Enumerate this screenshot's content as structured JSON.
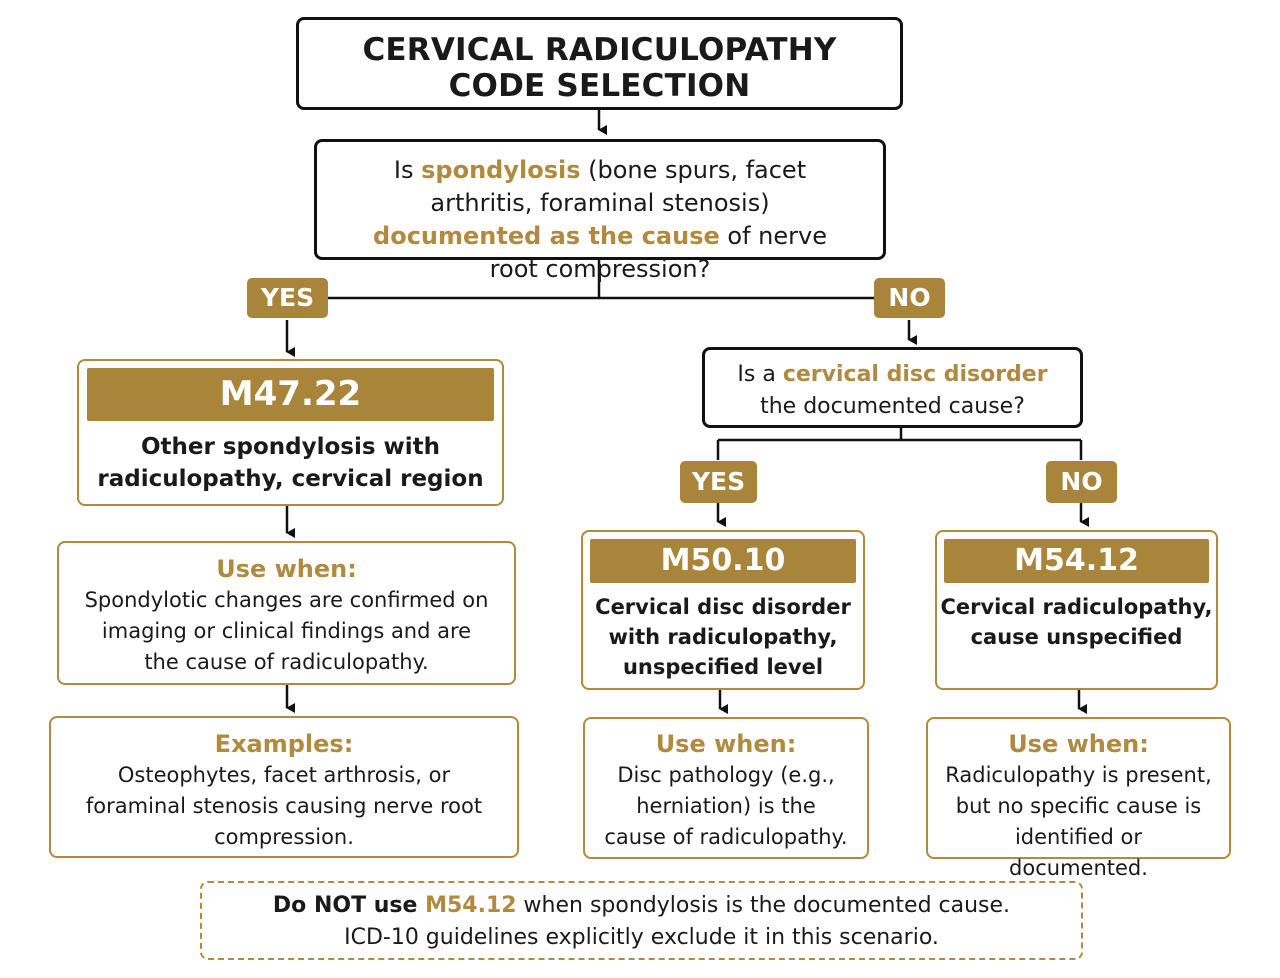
{
  "title": {
    "line1": "CERVICAL RADICULOPATHY",
    "line2": "CODE SELECTION"
  },
  "q1": {
    "p1": "Is ",
    "h1": "spondylosis",
    "p2": " (bone spurs, facet arthritis, foraminal stenosis) ",
    "h2": "documented as the cause",
    "p3": " of nerve root compression?"
  },
  "q1_yes": "YES",
  "q1_no": "NO",
  "m4722": {
    "code": "M47.22",
    "desc_line1": "Other spondylosis with",
    "desc_line2": "radiculopathy, cervical region"
  },
  "m4722_use": {
    "head": "Use when:",
    "body": "Spondylotic changes are confirmed on imaging or clinical findings and are the cause of radiculopathy."
  },
  "m4722_examples": {
    "head": "Examples:",
    "body": "Osteophytes, facet arthrosis, or foraminal stenosis causing nerve root compression."
  },
  "q2": {
    "p1": "Is a ",
    "h1": "cervical disc disorder",
    "p2": "the documented cause?"
  },
  "q2_yes": "YES",
  "q2_no": "NO",
  "m5010": {
    "code": "M50.10",
    "desc_line1": "Cervical disc disorder",
    "desc_line2": "with radiculopathy,",
    "desc_line3": "unspecified level"
  },
  "m5010_use": {
    "head": "Use when:",
    "body": "Disc pathology (e.g., herniation) is the cause of radiculopathy."
  },
  "m5412": {
    "code": "M54.12",
    "desc_line1": "Cervical radiculopathy,",
    "desc_line2": "cause unspecified"
  },
  "m5412_use": {
    "head": "Use when:",
    "body": "Radiculopathy is present, but no specific cause is identified or documented."
  },
  "note": {
    "p1": "Do NOT use ",
    "code": "M54.12",
    "p2": " when spondylosis is the documented cause.",
    "line2": "ICD-10 guidelines explicitly exclude it in this scenario."
  },
  "colors": {
    "accent": "#b08a3e",
    "band": "#a9853c",
    "border_dark": "#111111"
  }
}
